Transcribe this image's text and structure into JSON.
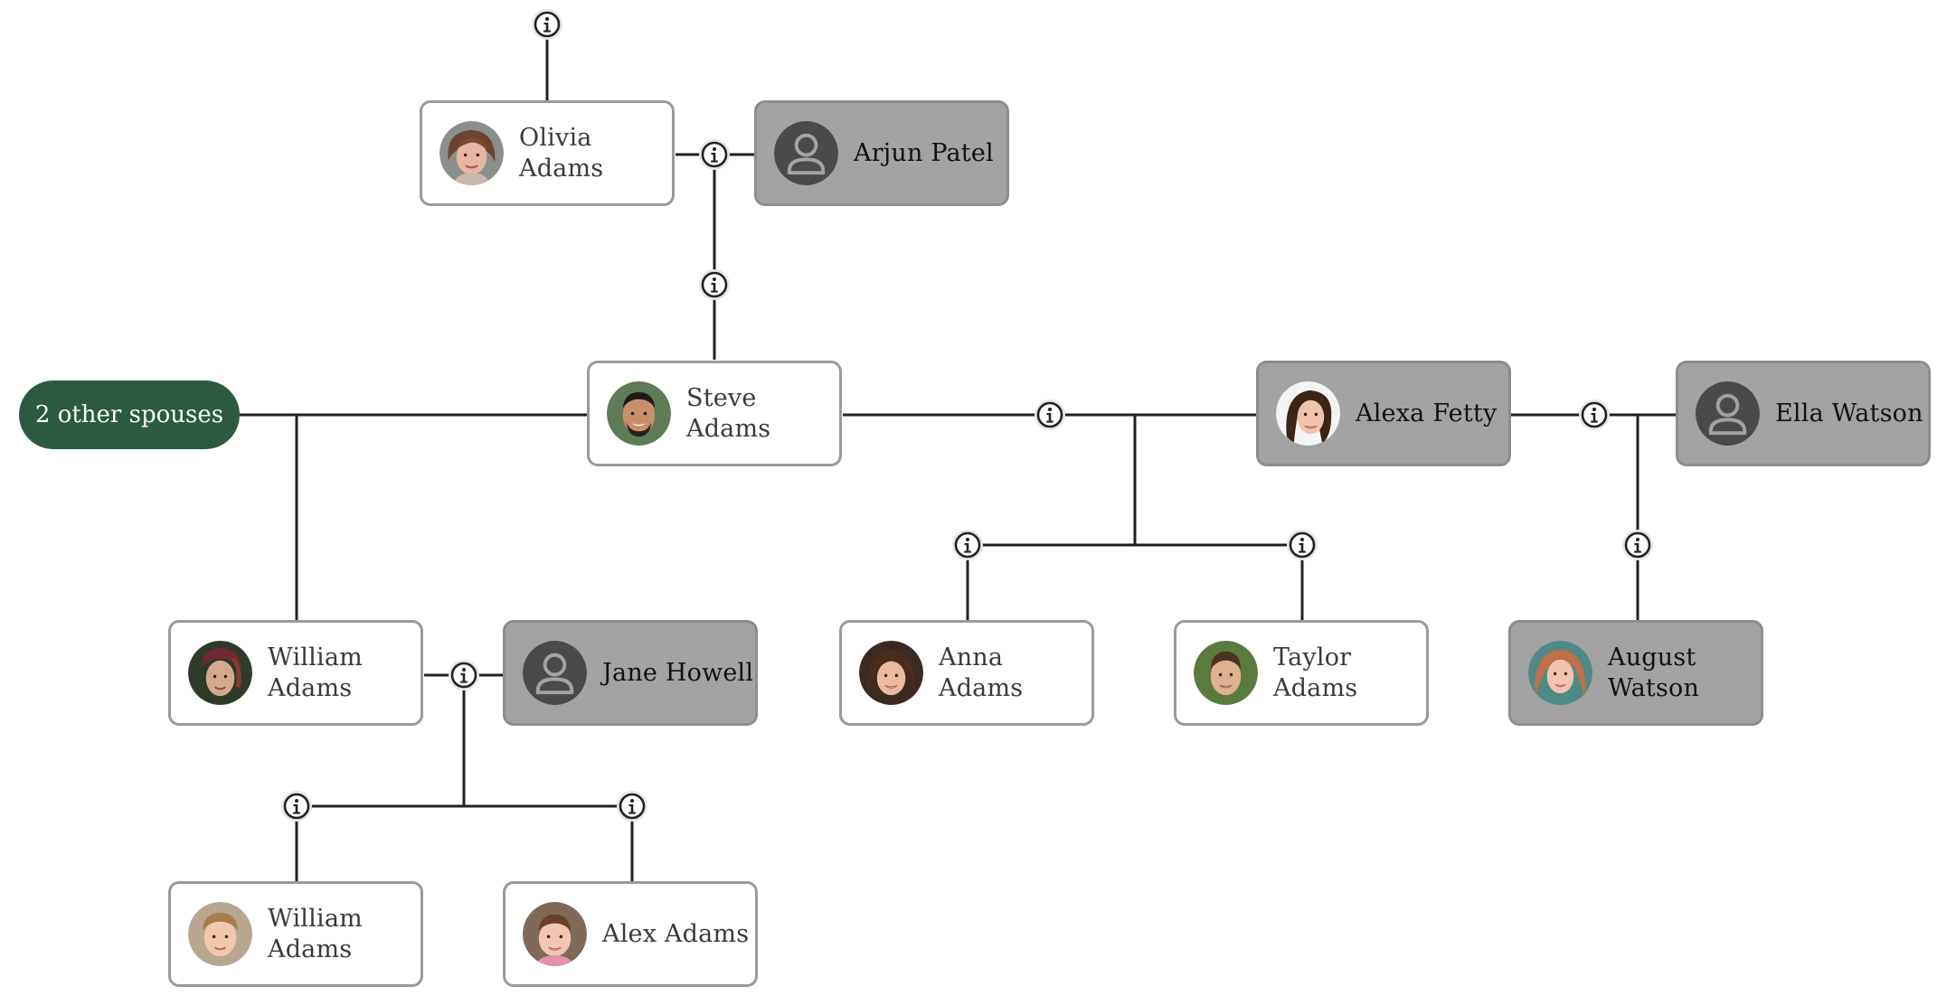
{
  "tree": {
    "other_spouses_label": "2 other spouses",
    "colors": {
      "line": "#222222",
      "card_border": "#9a9a9a",
      "ghost_card": "#a3a3a3",
      "pill": "#2b5a41",
      "info_badge": "#e6e6e6"
    },
    "people": {
      "olivia": {
        "name": "Olivia Adams",
        "photo": true
      },
      "arjun": {
        "name": "Arjun Patel",
        "photo": false
      },
      "steve": {
        "name": "Steve Adams",
        "photo": true
      },
      "alexa": {
        "name": "Alexa Fetty",
        "photo": true
      },
      "ella": {
        "name": "Ella Watson",
        "photo": false
      },
      "william": {
        "name": "William Adams",
        "photo": true
      },
      "jane": {
        "name": "Jane Howell",
        "photo": false
      },
      "anna": {
        "name": "Anna Adams",
        "photo": true
      },
      "taylor": {
        "name": "Taylor Adams",
        "photo": true
      },
      "august": {
        "name": "August Watson",
        "photo": true
      },
      "william_jr": {
        "name": "William Adams",
        "photo": true
      },
      "alex": {
        "name": "Alex Adams",
        "photo": true
      }
    },
    "icons": {
      "info": "info-icon",
      "placeholder": "person-silhouette-icon"
    }
  }
}
